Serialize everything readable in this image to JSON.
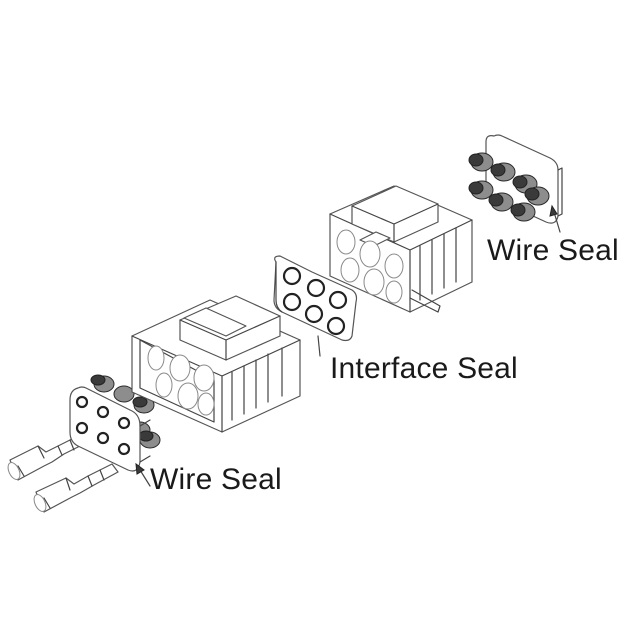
{
  "labels": {
    "wire_seal_top": "Wire Seal",
    "interface_seal": "Interface Seal",
    "wire_seal_bottom": "Wire Seal"
  },
  "colors": {
    "line": "#444444",
    "seal_dark": "#3a3a3a",
    "seal_mid": "#8d8d8d",
    "text": "#1a1a1a"
  }
}
